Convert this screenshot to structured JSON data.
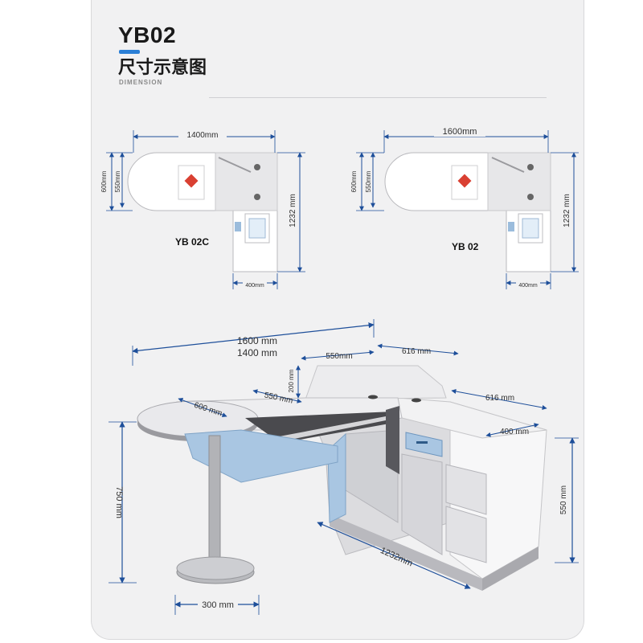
{
  "header": {
    "title": "YB02",
    "subtitle": "尺寸示意图",
    "tag": "DIMENSION"
  },
  "plans": [
    {
      "model": "YB 02C",
      "width": "1400mm",
      "depth_outer": "600mm",
      "depth_inner": "550mm",
      "length": "1232 mm",
      "return_width": "400mm"
    },
    {
      "model": "YB 02",
      "width": "1600mm",
      "depth_outer": "600mm",
      "depth_inner": "550mm",
      "length": "1232 mm",
      "return_width": "400mm"
    }
  ],
  "perspective": {
    "width_long": "1600 mm",
    "width_short": "1400 mm",
    "top_depth_a": "550mm",
    "top_depth_b": "616 mm",
    "riser_height": "200 mm",
    "round_depth": "600 mm",
    "round_depth_b": "550 mm",
    "side_depth": "616 mm",
    "return_depth": "400 mm",
    "height_table": "750 mm",
    "height_side": "550 mm",
    "length": "1232mm",
    "base_diameter": "300 mm"
  },
  "colors": {
    "accent": "#2b7fd6",
    "panel_blue": "#a9c6e2",
    "dimension_line": "#1e4f9a"
  }
}
